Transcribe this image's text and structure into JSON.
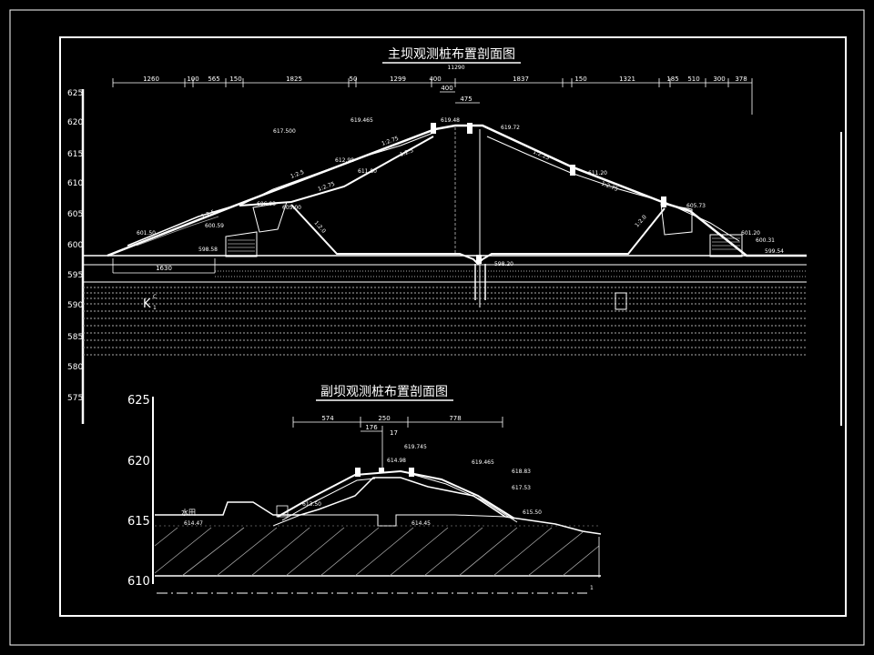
{
  "main_section": {
    "title": "主坝观测桩布置剖面图",
    "top_total": "11290",
    "y_ticks": [
      "625",
      "620",
      "615",
      "610",
      "605",
      "600",
      "595",
      "590",
      "585",
      "580",
      "575"
    ],
    "dims": [
      "1260",
      "100",
      "565",
      "150",
      "1825",
      "50",
      "1299",
      "400",
      "1837",
      "150",
      "1321",
      "185",
      "510",
      "300",
      "378"
    ],
    "dim_400": "400",
    "dim_475": "475",
    "dim_1630": "1630",
    "slopes": [
      "1:2.5",
      "1:2.5",
      "1:2.75",
      "1:2.75",
      "1:2.5",
      "1:2.25",
      "1:2.75",
      "1:2.0",
      "1:2.0"
    ],
    "markers": [
      "K",
      "C",
      "1"
    ],
    "elev_labels": [
      "619.48",
      "619.72",
      "619.465",
      "617.500",
      "612.98",
      "611.80",
      "611.20",
      "606.03",
      "605.73",
      "605.00",
      "600.59",
      "598.58",
      "601.50",
      "601.20",
      "600.31",
      "599.54",
      "598.20"
    ]
  },
  "aux_section": {
    "title": "副坝观测桩布置剖面图",
    "y_ticks": [
      "625",
      "620",
      "615",
      "610"
    ],
    "dims": [
      "574",
      "250",
      "778"
    ],
    "dim_176": "176",
    "dim_17": "17",
    "field_label": "水田",
    "elev_labels": [
      "614.47",
      "619.745",
      "619.465",
      "618.83",
      "617.53",
      "615.50",
      "614.98",
      "613.50",
      "614.45"
    ],
    "marker": "1"
  }
}
